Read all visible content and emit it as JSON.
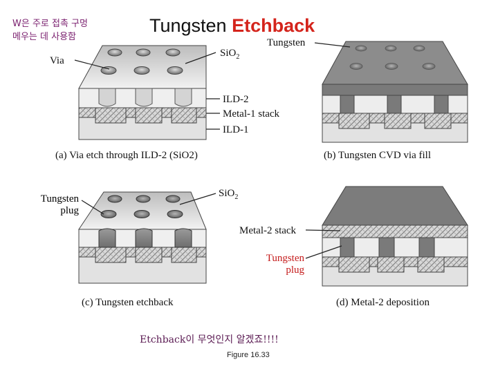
{
  "header": {
    "korean_line1": "W은 주로 접촉 구멍",
    "korean_line2": "메우는 데 사용함",
    "title_plain": "Tungsten",
    "title_accent": "Etchback"
  },
  "labels": {
    "via": "Via",
    "sio2_top": "SiO",
    "sio2_top_sub": "2",
    "tungsten_top": "Tungsten",
    "ild2": "ILD-2",
    "metal1": "Metal-1 stack",
    "ild1": "ILD-1",
    "tungsten_plug_c_line1": "Tungsten",
    "tungsten_plug_c_line2": "plug",
    "sio2_mid": "SiO",
    "sio2_mid_sub": "2",
    "metal2": "Metal-2 stack",
    "tungsten_plug_d_line1": "Tungsten",
    "tungsten_plug_d_line2": "plug"
  },
  "captions": {
    "a": "(a)  Via etch through ILD-2 (SiO2)",
    "b": "(b)  Tungsten CVD via fill",
    "c": "(c)  Tungsten etchback",
    "d": "(d)  Metal-2 deposition"
  },
  "footer": {
    "question": "Etchback이 무엇인지 알겠죠!!!!",
    "figure": "Figure 16.33"
  },
  "colors": {
    "oxide": "#e6e6e6",
    "oxide_top": "#f4f4f4",
    "tungsten": "#7a7a7a",
    "via_hole": "#8c8c8c",
    "accent_red": "#d4241c",
    "korean": "#7a1f6e"
  }
}
